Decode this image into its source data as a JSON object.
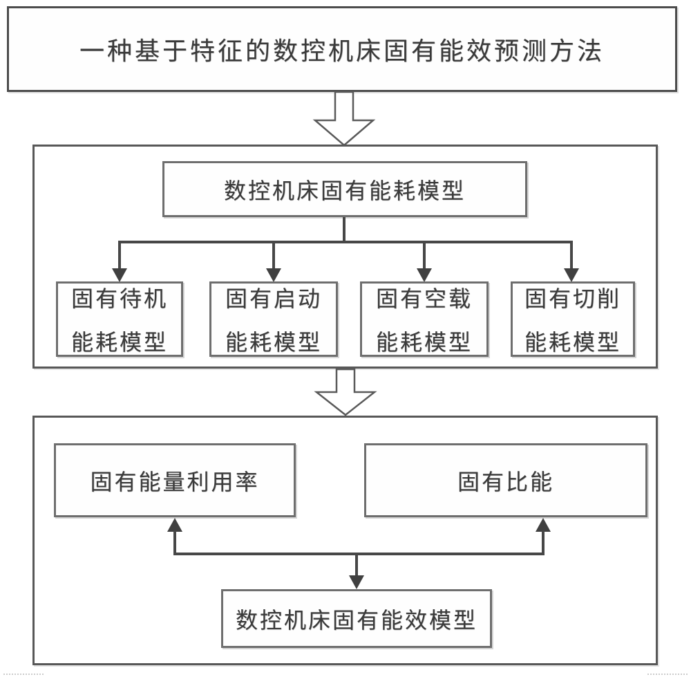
{
  "flowchart": {
    "title": "一种基于特征的数控机床固有能效预测方法",
    "consumption_section": {
      "root_box": "数控机床固有能耗模型",
      "sub_models": [
        {
          "line1": "固有待机",
          "line2": "能耗模型"
        },
        {
          "line1": "固有启动",
          "line2": "能耗模型"
        },
        {
          "line1": "固有空载",
          "line2": "能耗模型"
        },
        {
          "line1": "固有切削",
          "line2": "能耗模型"
        }
      ]
    },
    "efficiency_section": {
      "utilization_box": "固有能量利用率",
      "specific_energy_box": "固有比能",
      "efficiency_model_box": "数控机床固有能效模型"
    },
    "colors": {
      "connector_line": "#474747",
      "arrowhead": "#404040",
      "box_border": "#6e6e6e",
      "container_border": "#585858",
      "title_border": "#4c4c4c",
      "text": "#3a3a3a",
      "background": "#ffffff"
    }
  }
}
